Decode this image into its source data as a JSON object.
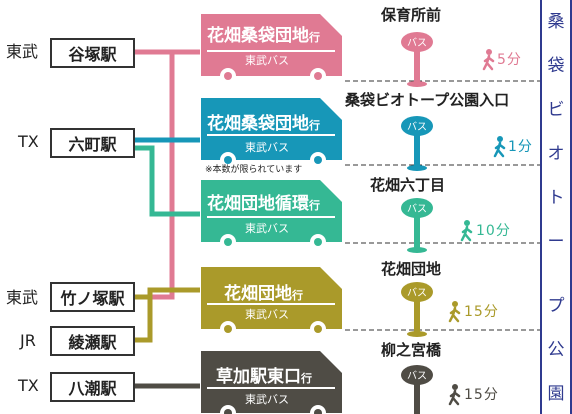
{
  "stations": [
    {
      "operator": "東武",
      "name": "谷塚駅"
    },
    {
      "operator": "TX",
      "name": "六町駅"
    },
    {
      "operator": "東武",
      "name": "竹ノ塚駅"
    },
    {
      "operator": "JR",
      "name": "綾瀬駅"
    },
    {
      "operator": "TX",
      "name": "八潮駅"
    }
  ],
  "buses": [
    {
      "name": "花畑桑袋団地",
      "suffix": "行",
      "operator": "東武バス",
      "color": "#e07a93"
    },
    {
      "name": "花畑桑袋団地",
      "suffix": "行",
      "operator": "東武バス",
      "color": "#1797b8"
    },
    {
      "name": "花畑団地循環",
      "suffix": "行",
      "operator": "東武バス",
      "color": "#35b894"
    },
    {
      "name": "花畑団地",
      "suffix": "行",
      "operator": "東武バス",
      "color": "#aa9a2a"
    },
    {
      "name": "草加駅東口",
      "suffix": "行",
      "operator": "東武バス",
      "color": "#4f4c45"
    }
  ],
  "note": "※本数が限られています",
  "stops": [
    {
      "name": "保育所前",
      "walk": "5分",
      "color": "#e07a93"
    },
    {
      "name": "桑袋ビオトープ公園入口",
      "walk": "1分",
      "color": "#1797b8"
    },
    {
      "name": "花畑六丁目",
      "walk": "10分",
      "color": "#35b894"
    },
    {
      "name": "花畑団地",
      "walk": "15分",
      "color": "#aa9a2a"
    },
    {
      "name": "柳之宮橋",
      "walk": "15分",
      "color": "#4f4c45"
    }
  ],
  "stop_sign_label": "バス",
  "destination_chars": [
    "桑",
    "袋",
    "ビ",
    "オ",
    "ト",
    "ー",
    "プ",
    "公",
    "園"
  ],
  "colors": {
    "destination": "#2f3a8f"
  }
}
